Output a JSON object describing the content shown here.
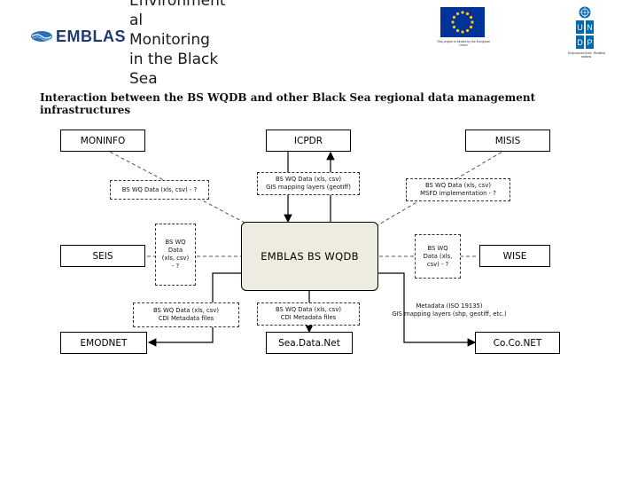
{
  "header": {
    "title_lines": [
      "Environment",
      "al",
      "Monitoring",
      "in the Black",
      "Sea"
    ],
    "logo_text": "EMBLAS",
    "eu_caption": "This project is funded by the European Union",
    "undp_letters": [
      "U",
      "N",
      "D",
      "P"
    ],
    "undp_caption": "Empowered lives. Resilient nations."
  },
  "subtitle": "Interaction between the BS WQDB and other Black Sea regional data management infrastructures",
  "nodes": {
    "moninfo": "MONINFO",
    "icpdr": "ICPDR",
    "misis": "MISIS",
    "seis": "SEIS",
    "center": "EMBLAS BS WQDB",
    "wise": "WISE",
    "emodnet": "EMODNET",
    "seadatanet": "Sea.Data.Net",
    "conet": "Co.Co.NET"
  },
  "labels": {
    "moninfo_link": "BS WQ Data (xls, csv) - ?",
    "icpdr_link": "BS WQ Data (xls, csv)\nGIS mapping layers (geotiff)",
    "misis_link": "BS WQ Data (xls, csv)\nMSFD implementation - ?",
    "seis_link": "BS WQ\nData\n(xls, csv)\n- ?",
    "wise_link": "BS WQ\nData (xls,\ncsv) - ?",
    "emodnet_link": "BS WQ Data (xls, csv)\nCDI Metadata files",
    "seadatanet_link": "BS WQ Data (xls, csv)\nCDI Metadata files",
    "conet_link": "Metadata (ISO 19135)\nGIS mapping layers (shp, geotiff, etc.)"
  },
  "colors": {
    "center_fill": "#eeece1",
    "logo_blue": "#1f3a6e",
    "eu_blue": "#003399",
    "eu_star": "#ffcc00",
    "undp_blue": "#0468b1"
  }
}
